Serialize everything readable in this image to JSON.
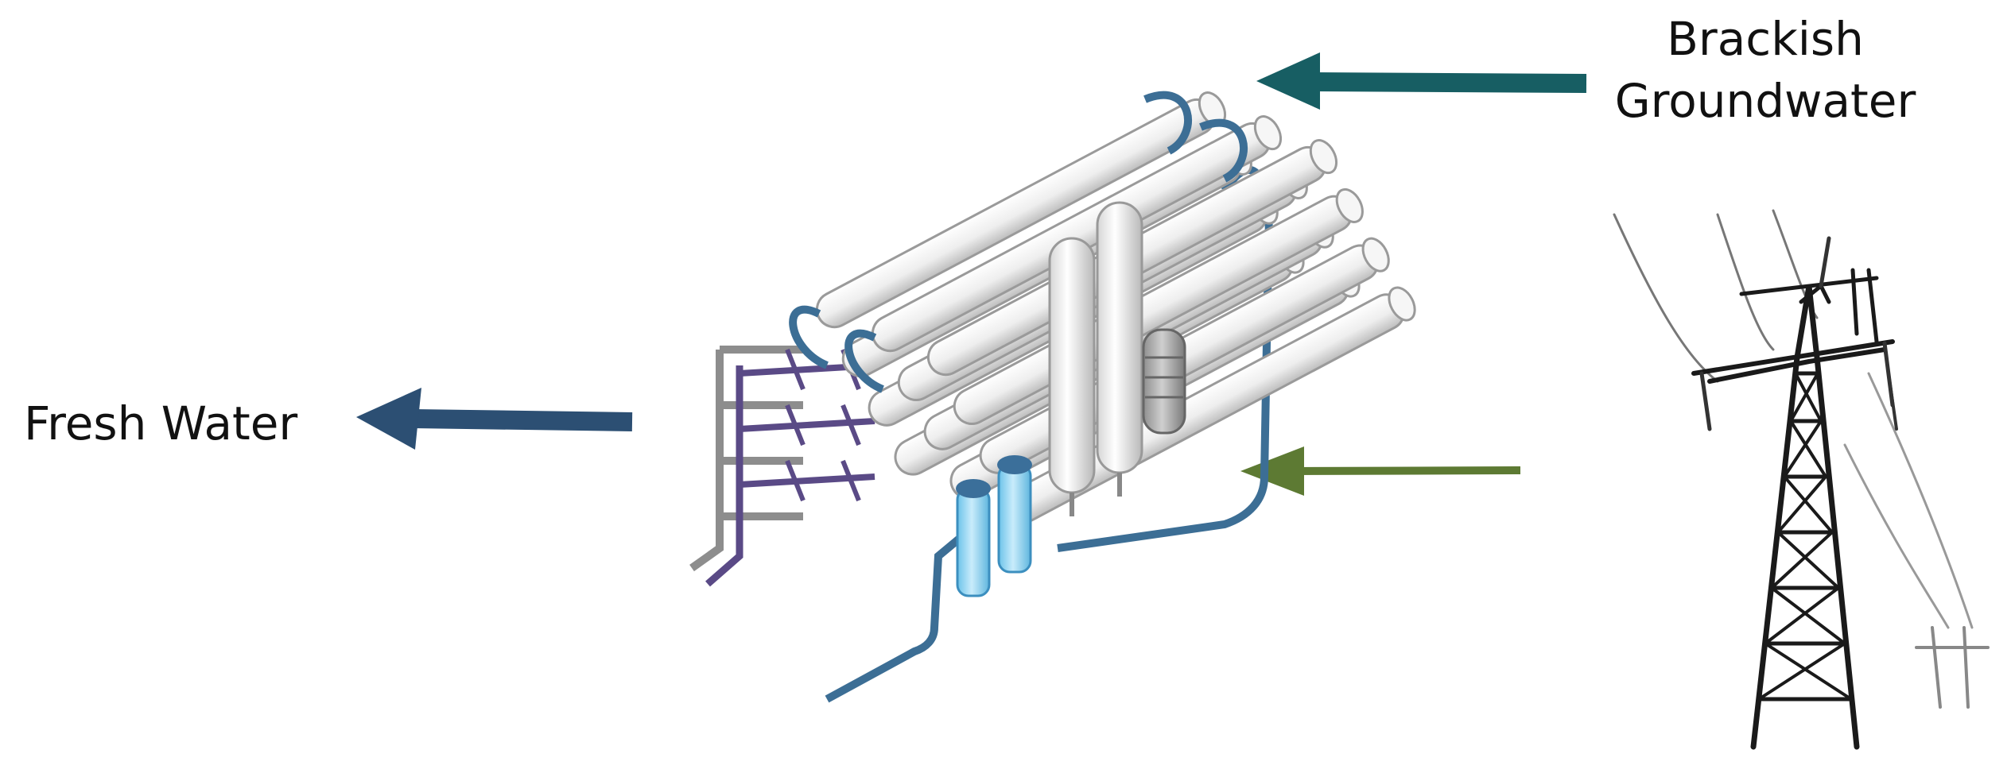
{
  "labels": {
    "fresh_water": "Fresh Water",
    "brackish_line1": "Brackish",
    "brackish_line2": "Groundwater"
  },
  "colors": {
    "fresh_arrow": "#2c4f73",
    "brackish_arrow": "#175e63",
    "power_arrow": "#5d7a33",
    "pipe_blue": "#3c6e95",
    "pipe_purple": "#5a4a86",
    "vessel_white": "#f2f2f2",
    "vessel_outline": "#9a9a9a",
    "cartridge_blue": "#8fd3f2",
    "tower_black": "#1a1a1a"
  },
  "icons": {
    "unit": "reverse-osmosis-unit-icon",
    "tower": "power-transmission-tower-icon"
  }
}
